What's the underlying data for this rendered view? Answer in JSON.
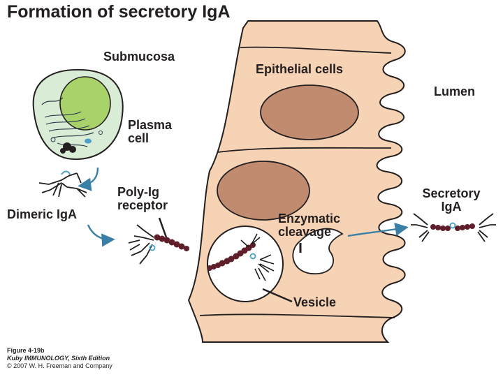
{
  "title": "Formation of secretory IgA",
  "labels": {
    "submucosa": "Submucosa",
    "epithelial_cells": "Epithelial cells",
    "lumen": "Lumen",
    "plasma_cell": [
      "Plasma",
      "cell"
    ],
    "dimeric_iga": "Dimeric IgA",
    "poly_ig_receptor": [
      "Poly-Ig",
      "receptor"
    ],
    "enzymatic_cleavage": [
      "Enzymatic",
      "cleavage"
    ],
    "secretory_iga": [
      "Secretory",
      "IgA"
    ],
    "vesicle": "Vesicle"
  },
  "caption": {
    "figure": "Figure 4-19b",
    "book": "Kuby IMMUNOLOGY, Sixth Edition",
    "copyright": "© 2007 W. H. Freeman and Company"
  },
  "colors": {
    "cell_fill": "#f6d3b4",
    "nucleus_fill": "#c08b6f",
    "plasma_cytoplasm": "#d9ecd5",
    "plasma_nucleus": "#a8d26a",
    "receptor_beads": "#5e1f2a",
    "arrow_blue": "#3a7fa6",
    "jchain_blue": "#4aa0c8",
    "outline": "#231f20"
  }
}
